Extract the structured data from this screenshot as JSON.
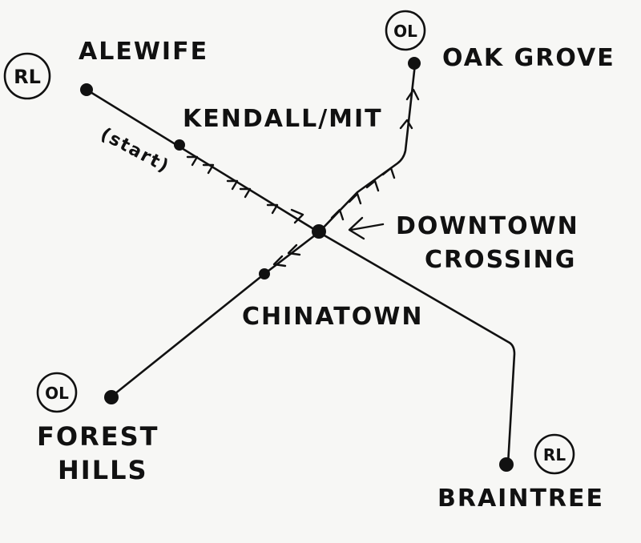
{
  "stations": {
    "alewife": "ALEWIFE",
    "kendall": "KENDALL/MIT",
    "start_note": "(start)",
    "oak_grove": "OAK GROVE",
    "downtown_line1": "DOWNTOWN",
    "downtown_line2": "CROSSING",
    "chinatown": "CHINATOWN",
    "forest_hills_line1": "FOREST",
    "forest_hills_line2": "HILLS",
    "braintree": "BRAINTREE"
  },
  "badges": {
    "red_line": "RL",
    "orange_line": "OL"
  },
  "pointer_icon": "left-arrow-icon",
  "colors": {
    "ink": "#111111",
    "paper": "#f7f7f5"
  }
}
